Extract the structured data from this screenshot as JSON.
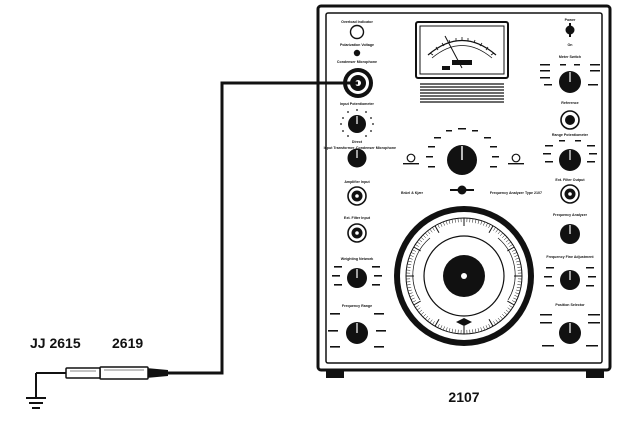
{
  "diagram": {
    "instrument_model": "2107",
    "probe_labels": [
      "JJ 2615",
      "2619"
    ],
    "panel_labels": [
      "Overload Indicator",
      "Polarization Voltage",
      "Condenser Microphone",
      "Input Potentiometer",
      "Input Transformer",
      "Direct",
      "Condenser Microphone",
      "Amplifier Input",
      "Ext. Filter Input",
      "Weighting Network",
      "Frequency Range",
      "Power",
      "On",
      "Meter Switch",
      "Reference",
      "Range Potentiometer",
      "Ext. Filter Output",
      "Frequency Analyzer",
      "Frequency Fine Adjustment",
      "Position Selector",
      "Brüel & Kjær",
      "Frequency Analyzer Type 2107"
    ]
  }
}
